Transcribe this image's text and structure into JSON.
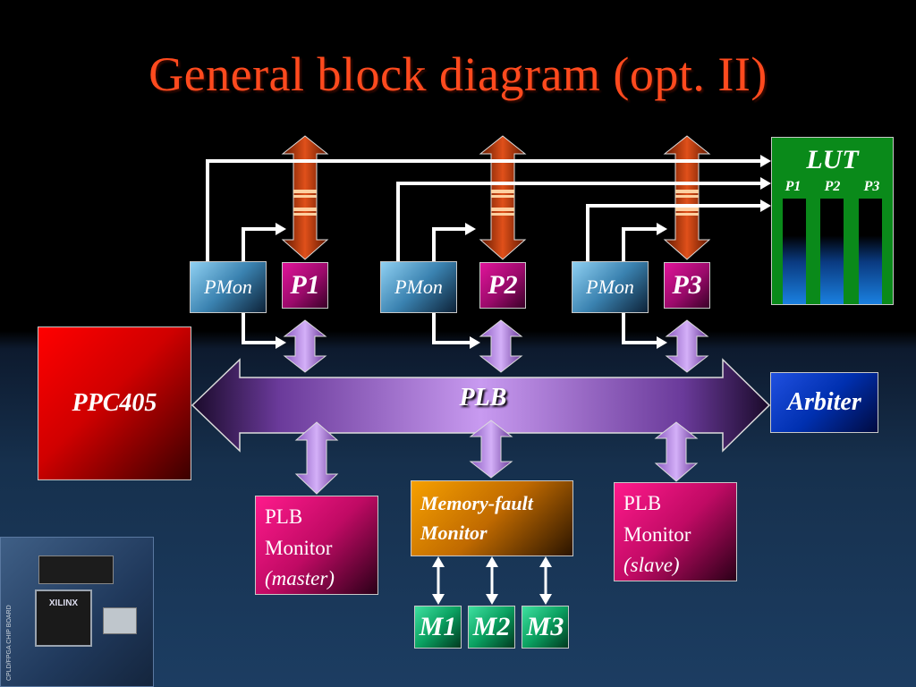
{
  "title": "General block diagram (opt. II)",
  "processors": [
    {
      "pmon": "PMon",
      "label": "P1"
    },
    {
      "pmon": "PMon",
      "label": "P2"
    },
    {
      "pmon": "PMon",
      "label": "P3"
    }
  ],
  "lut": {
    "title": "LUT",
    "columns": [
      "P1",
      "P2",
      "P3"
    ]
  },
  "ppc": "PPC405",
  "plb": "PLB",
  "arbiter": "Arbiter",
  "plb_monitor_master": {
    "line1": "PLB",
    "line2": "Monitor",
    "line3": "(master)"
  },
  "memory_fault_monitor": {
    "line1": "Memory-fault",
    "line2": "Monitor"
  },
  "plb_monitor_slave": {
    "line1": "PLB",
    "line2": "Monitor",
    "line3": "(slave)"
  },
  "memories": [
    "M1",
    "M2",
    "M3"
  ],
  "board_photo": {
    "chip_text": "XILINX",
    "board_text": "CPLD/FPGA CHIP BOARD"
  },
  "colors": {
    "title": "#ff4a1e",
    "lut_green": "#0a8a1a",
    "plb_purple": "#b080e0",
    "arrow_orange": "#c84a10"
  }
}
